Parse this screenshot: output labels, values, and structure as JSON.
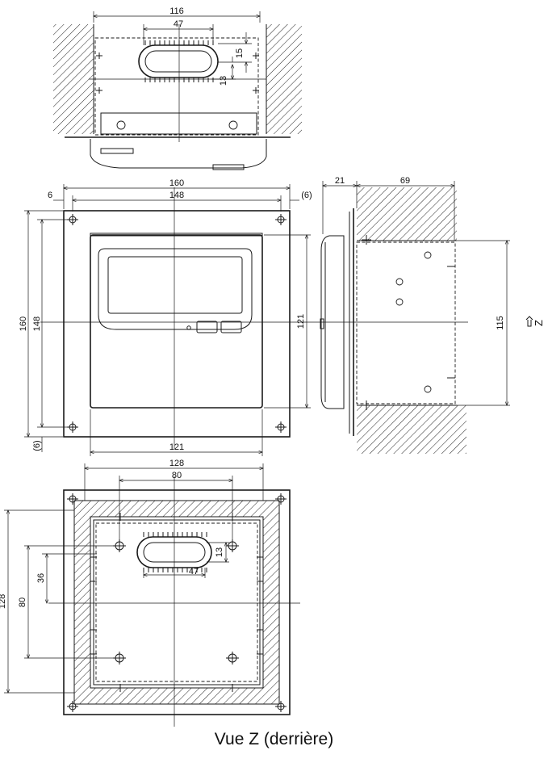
{
  "top_view": {
    "dims": [
      "116",
      "47",
      "15",
      "13"
    ]
  },
  "front_view": {
    "dims": [
      "160",
      "148",
      "6",
      "(6)",
      "160",
      "148",
      "(6)",
      "121",
      "121"
    ]
  },
  "side_view": {
    "dims": [
      "21",
      "69",
      "115"
    ],
    "view_marker": "Z"
  },
  "back_view": {
    "dims": [
      "128",
      "80",
      "128",
      "80",
      "36",
      "47",
      "13"
    ]
  },
  "caption": "Vue Z (derrière)"
}
